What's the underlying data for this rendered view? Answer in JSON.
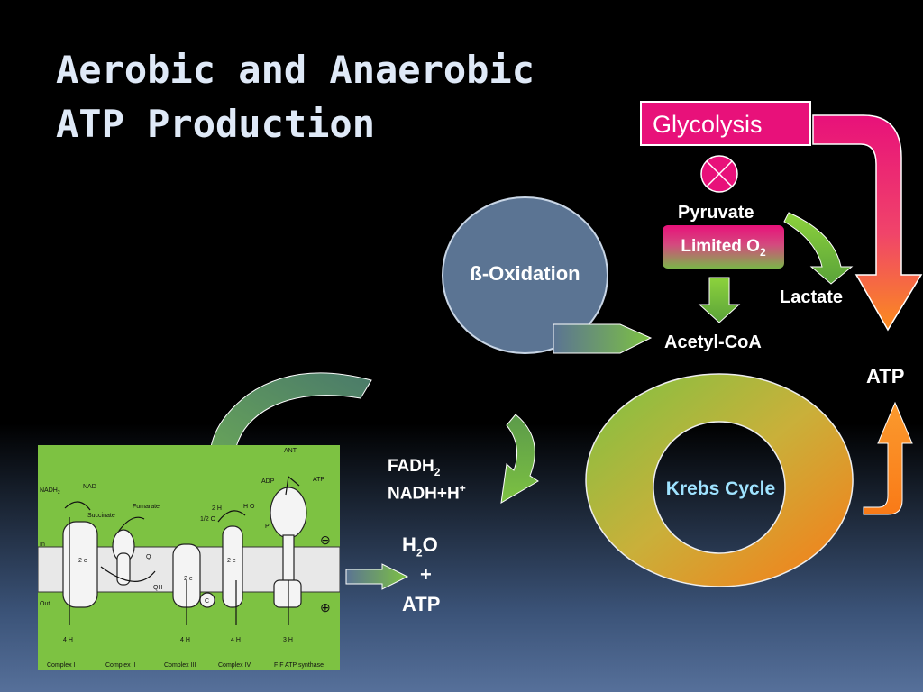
{
  "title_line1": "Aerobic and Anaerobic",
  "title_line2": "ATP Production",
  "glycolysis": "Glycolysis",
  "pyruvate": "Pyruvate",
  "limited": "Limited O",
  "limited_sub": "2",
  "lactate": "Lactate",
  "acetyl_coa": "Acetyl-CoA",
  "atp_top": "ATP",
  "beta_oxidation": "ß-Oxidation",
  "krebs": "Krebs Cycle",
  "fadh": "FADH",
  "fadh_sub": "2",
  "nadh": "NADH+H",
  "nadh_sup": "+",
  "h2o_h": "H",
  "h2o_sub": "2",
  "h2o_o": "O",
  "plus": "+",
  "atp_bottom": "ATP",
  "membrane": {
    "ant": "ANT",
    "nadh2": "NADH",
    "nadh2_sub": "2",
    "nad": "NAD",
    "succinate": "Succinate",
    "fumarate": "Fumarate",
    "h2": "2 H",
    "half_o2": "1/2 O",
    "h2o": "H O",
    "adp": "ADP",
    "pi": "Pi",
    "atp": "ATP",
    "in": "In",
    "out": "Out",
    "e1": "2 e",
    "e2": "2 e",
    "e3": "2 e",
    "q": "Q",
    "qh2": "QH",
    "c": "C",
    "minus": "⊖",
    "plus": "⊕",
    "h4a": "4 H",
    "h4b": "4 H",
    "h4c": "4 H",
    "h3": "3 H",
    "complex1": "Complex I",
    "complex2": "Complex II",
    "complex3": "Complex III",
    "complex4": "Complex IV",
    "atp_synthase": "F F ATP synthase"
  }
}
